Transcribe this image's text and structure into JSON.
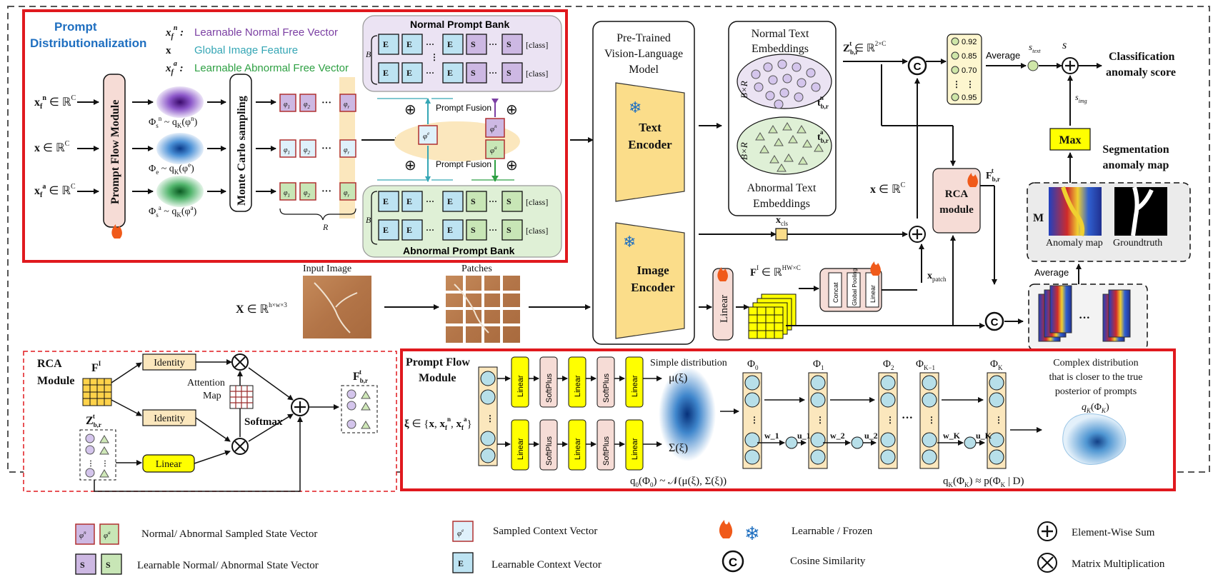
{
  "prompt_dist": {
    "title_line1": "Prompt",
    "title_line2": "Distributionalization",
    "legend_normal_sym": "x_f^n :",
    "legend_normal": "Learnable Normal Free Vector",
    "legend_global_sym": "x :",
    "legend_global": "Global Image Feature",
    "legend_abnormal_sym": "x_f^a :",
    "legend_abnormal": "Learnable Abnormal Free Vector",
    "input_normal": "x_f^n ∈ ℝ^C",
    "input_global": "x ∈ ℝ^C",
    "input_abnormal": "x_f^a ∈ ℝ^C",
    "flow_module": "Prompt Flow Module",
    "phi_s_n": "Φ_s^n ~ q_K(φ^n)",
    "phi_e": "Φ_e ~ q_K(φ^e)",
    "phi_s_a": "Φ_s^a ~ q_K(φ^a)",
    "monte_carlo": "Monte Carlo sampling",
    "r_label": "R",
    "b_label": "B",
    "normal_bank": "Normal Prompt Bank",
    "abnormal_bank": "Abnormal Prompt Bank",
    "prompt_fusion": "Prompt Fusion",
    "class_token": "[class]"
  },
  "vlm": {
    "title": "Pre-Trained Vision-Language Model",
    "title_l1": "Pre-Trained",
    "title_l2": "Vision-Language",
    "title_l3": "Model",
    "text_encoder_l1": "Text",
    "text_encoder_l2": "Encoder",
    "image_encoder_l1": "Image",
    "image_encoder_l2": "Encoder"
  },
  "embeddings": {
    "normal_l1": "Normal Text",
    "normal_l2": "Embeddings",
    "abnormal_l1": "Abnormal Text",
    "abnormal_l2": "Embeddings",
    "bxr": "B×R",
    "t_n": "t_{b,r}^n",
    "t_a": "t_{b,r}^a"
  },
  "scores": {
    "z_label": "Z_{b,r}^t ∈ ℝ^{2×C}",
    "values": [
      "0.92",
      "0.85",
      "0.70",
      "0.95"
    ],
    "average": "Average",
    "s_text": "s_text",
    "s": "s",
    "s_img": "s_img",
    "classification_l1": "Classification",
    "classification_l2": "anomaly score",
    "max": "Max",
    "segmentation_l1": "Segmentation",
    "segmentation_l2": "anomaly map",
    "m_label": "M",
    "anomaly_map": "Anomaly map",
    "groundtruth": "Groundtruth",
    "average2": "Average"
  },
  "middle": {
    "x_rc": "x ∈ ℝ^C",
    "rca": "RCA module",
    "rca_l1": "RCA",
    "rca_l2": "module",
    "f_br": "F_{b,r}^t",
    "x_cls": "x_cls",
    "x_patch": "x_patch",
    "input_image": "Input Image",
    "patches": "Patches",
    "x_input": "X ∈ ℝ^{h×w×3}",
    "linear": "Linear",
    "f_i": "F^I ∈ ℝ^{HW×C}",
    "concat": "Concat",
    "global_pooling": "Global Pooling",
    "linear2": "Linear"
  },
  "rca_module": {
    "title_l1": "RCA",
    "title_l2": "Module",
    "f_i": "F^I",
    "z": "Z_{b,r}^t",
    "identity1": "Identity",
    "identity2": "Identity",
    "linear": "Linear",
    "attention_l1": "Attention",
    "attention_l2": "Map",
    "softmax": "Softmax",
    "f_out": "F_{b,r}^t"
  },
  "flow_module": {
    "title_l1": "Prompt Flow",
    "title_l2": "Module",
    "xi": "ξ ∈ {x, x_f^n, x_f^a}",
    "linear": "Linear",
    "softplus": "SoftPlus",
    "simple_dist": "Simple distribution",
    "mu": "μ(ξ)",
    "sigma": "Σ(ξ)",
    "q0": "q_0(Φ_0) ~ 𝒩(μ(ξ), Σ(ξ))",
    "phi0": "Φ_0",
    "phi1": "Φ_1",
    "phi2": "Φ_2",
    "phik1": "Φ_{K−1}",
    "phik": "Φ_K",
    "w1": "w_1",
    "u1": "u_1",
    "w2": "w_2",
    "u2": "u_2",
    "wk": "w_K",
    "uk": "u_K",
    "complex_l1": "Complex distribution",
    "complex_l2": "that is closer to the true",
    "complex_l3": "posterior of prompts",
    "qk": "q_K(Φ_K)",
    "qk_approx": "q_K(Φ_K) ≈ p(Φ_K | D)"
  },
  "legend": {
    "sampled_state": "Normal/ Abnormal Sampled State Vector",
    "learnable_state": "Learnable Normal/ Abnormal State Vector",
    "sampled_context": "Sampled Context Vector",
    "learnable_context": "Learnable Context Vector",
    "learnable_frozen": "Learnable / Frozen",
    "cosine": "Cosine Similarity",
    "elementwise": "Element-Wise Sum",
    "matmul": "Matrix Multiplication"
  },
  "colors": {
    "red_frame": "#e0191e",
    "blue_title": "#1f6fc0",
    "purple": "#7b3fa3",
    "teal": "#35a6b5",
    "green": "#2ea043",
    "yellow": "#ffff00",
    "encoder": "#fbdd8a"
  }
}
